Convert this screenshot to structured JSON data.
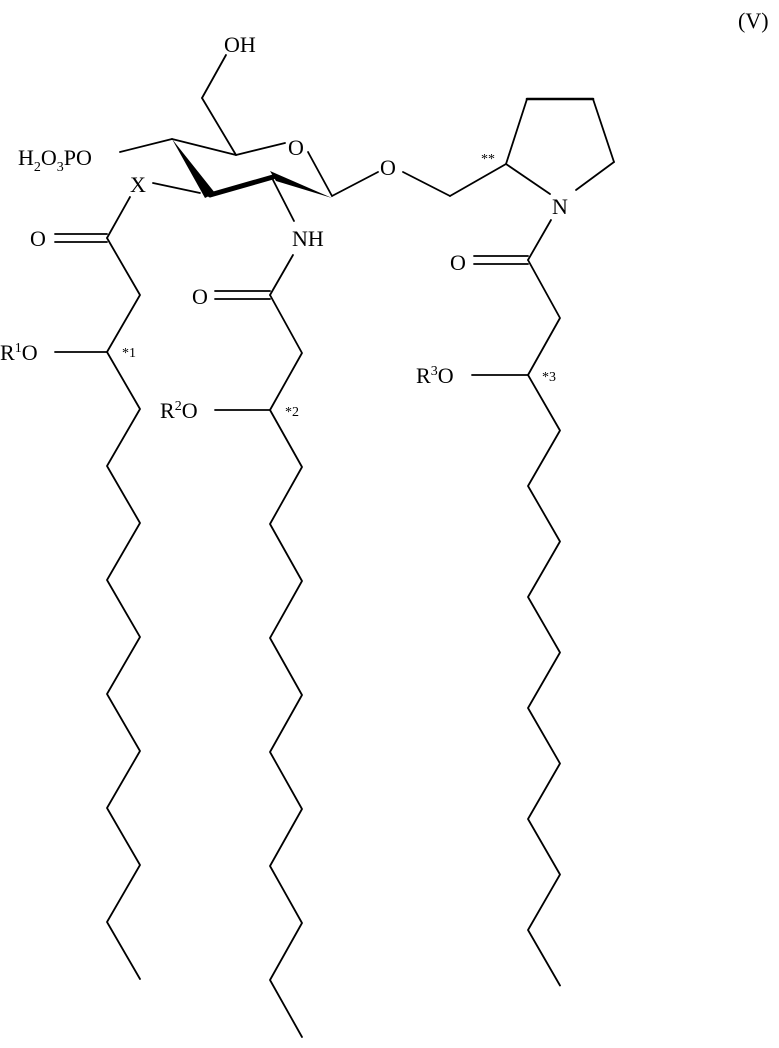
{
  "formula_number": "(V)",
  "labels": {
    "oh": "OH",
    "ring_o": "O",
    "phosphate_h": "H",
    "phosphate_h_sub": "2",
    "phosphate_o": "O",
    "phosphate_o_sub": "3",
    "phosphate_po": "PO",
    "x": "X",
    "nh": "NH",
    "glyco_o": "O",
    "n": "N",
    "carbonyl_o1": "O",
    "carbonyl_o2": "O",
    "carbonyl_o3": "O",
    "r1": "R",
    "r1_sup": "1",
    "r1_o": "O",
    "r2": "R",
    "r2_sup": "2",
    "r2_o": "O",
    "r3": "R",
    "r3_sup": "3",
    "r3_o": "O",
    "star1": "*1",
    "star2": "*2",
    "star3": "*3",
    "star_star": "**"
  },
  "chains": [
    {
      "name": "chain-1",
      "segments": 11
    },
    {
      "name": "chain-2",
      "segments": 11
    },
    {
      "name": "chain-3",
      "segments": 11
    }
  ]
}
